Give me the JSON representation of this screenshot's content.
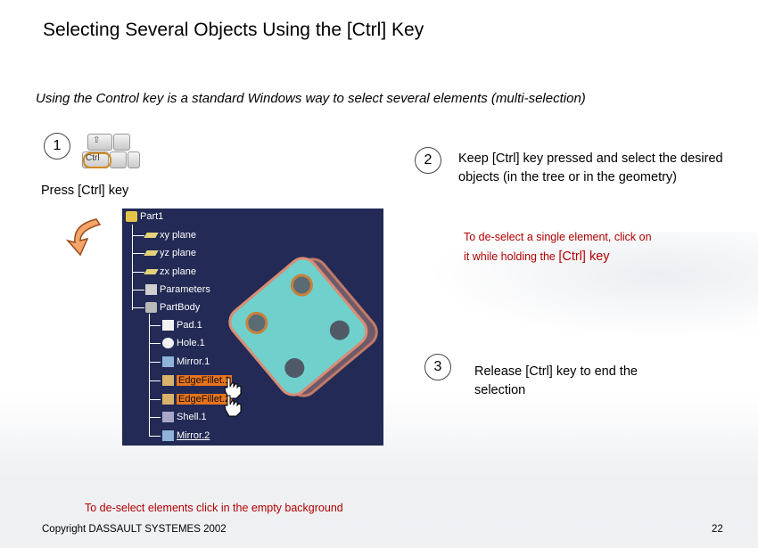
{
  "title": "Selecting Several Objects Using the [Ctrl] Key",
  "intro": "Using the Control key is a standard Windows way to select several elements (multi-selection)",
  "step1": {
    "number": "1",
    "key_label": "Ctrl",
    "caption": "Press [Ctrl] key"
  },
  "step2": {
    "number": "2",
    "text": "Keep [Ctrl] key pressed and select the desired objects (in the tree or in the geometry)"
  },
  "deselect_single": {
    "line1": "To de-select a single element,  click on",
    "line2_a": "it while holding the ",
    "line2_b": "[Ctrl] key"
  },
  "step3": {
    "number": "3",
    "text": "Release [Ctrl] key to end the selection"
  },
  "deselect_all": "To de-select elements click in the empty background",
  "footer": "Copyright DASSAULT SYSTEMES 2002",
  "page_number": "22",
  "tree": {
    "root": "Part1",
    "items": [
      "xy plane",
      "yz plane",
      "zx plane",
      "Parameters",
      "PartBody"
    ],
    "body_items": [
      "Pad.1",
      "Hole.1",
      "Mirror.1",
      "EdgeFillet.1",
      "EdgeFillet.2",
      "Shell.1",
      "Mirror.2"
    ]
  },
  "colors": {
    "tree_background": "#222a55",
    "selection_highlight": "#e8741c",
    "part_fill": "#6fd0cc",
    "accent_red": "#b10000"
  }
}
